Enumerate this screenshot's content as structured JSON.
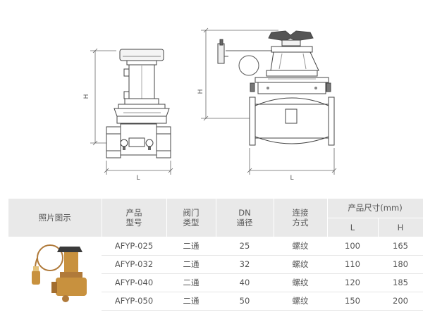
{
  "drawing_front": {
    "dim_h": "H",
    "dim_l": "L"
  },
  "drawing_side": {
    "dim_h": "H",
    "dim_l": "L"
  },
  "table": {
    "headers": {
      "photo": "照片图示",
      "model": [
        "产品",
        "型号"
      ],
      "valve_type": [
        "阀门",
        "类型"
      ],
      "dn": [
        "DN",
        "通径"
      ],
      "connection": [
        "连接",
        "方式"
      ],
      "size": "产品尺寸(mm)",
      "l": "L",
      "h": "H"
    },
    "rows": [
      {
        "model": "AFYP-025",
        "type": "二通",
        "dn": "25",
        "conn": "螺纹",
        "l": "100",
        "h": "165"
      },
      {
        "model": "AFYP-032",
        "type": "二通",
        "dn": "32",
        "conn": "螺纹",
        "l": "110",
        "h": "180"
      },
      {
        "model": "AFYP-040",
        "type": "二通",
        "dn": "40",
        "conn": "螺纹",
        "l": "120",
        "h": "185"
      },
      {
        "model": "AFYP-050",
        "type": "二通",
        "dn": "50",
        "conn": "螺纹",
        "l": "150",
        "h": "200"
      }
    ]
  }
}
